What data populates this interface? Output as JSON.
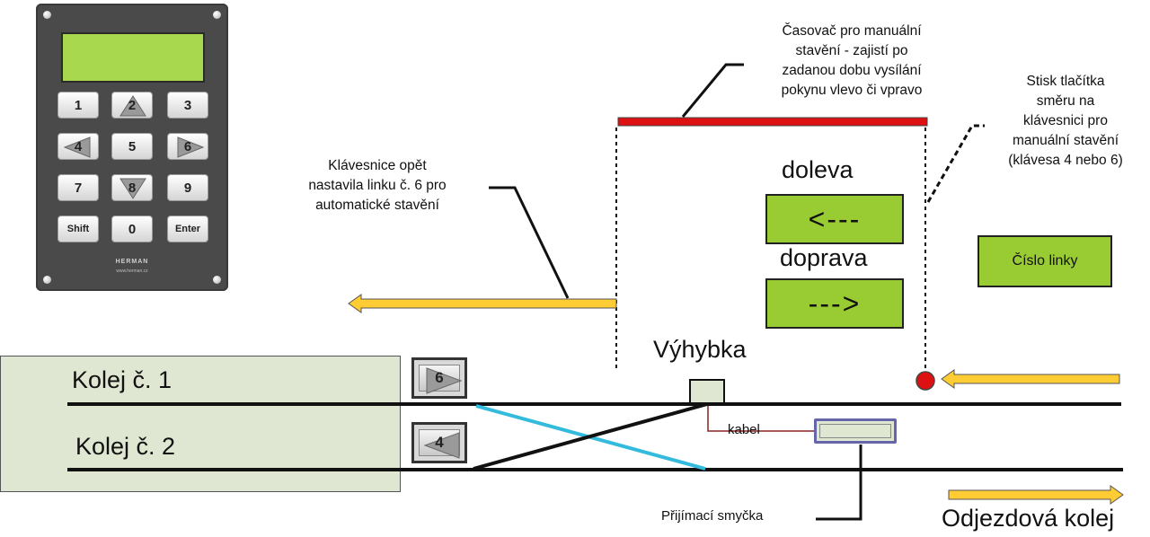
{
  "keypad": {
    "keys": [
      "1",
      "2",
      "3",
      "4",
      "5",
      "6",
      "7",
      "8",
      "9",
      "Shift",
      "0",
      "Enter"
    ],
    "brand": "HERMAN",
    "brand_sub": "www.herman.cz"
  },
  "labels": {
    "casovac": [
      "Časovač pro manuální",
      "stavění - zajistí po",
      "zadanou dobu vysílání",
      "pokynu vlevo či vpravo"
    ],
    "stisk": [
      "Stisk tlačítka",
      "směru na",
      "klávesnici pro",
      "manuální stavění",
      "(klávesa 4 nebo 6)"
    ],
    "klavesnice": [
      "Klávesnice opět",
      "nastavila linku č. 6 pro",
      "automatické stavění"
    ],
    "doleva": "doleva",
    "doprava": "doprava",
    "doleva_arrow": "<---",
    "doprava_arrow": "--->",
    "cislo_linky": "Číslo linky",
    "vyhybka": "Výhybka",
    "kolej1": "Kolej č. 1",
    "kolej2": "Kolej č. 2",
    "sig6": "6",
    "sig4": "4",
    "kabel": "kabel",
    "prijimaci": "Přijímací smyčka",
    "odjezdova": "Odjezdová kolej"
  },
  "colors": {
    "timer_bar": "#dd1111",
    "arrow_fill": "#ffcc33",
    "green_box": "#99cc33",
    "crossover": "#33bbdd",
    "panel": "#dfe6d1"
  }
}
